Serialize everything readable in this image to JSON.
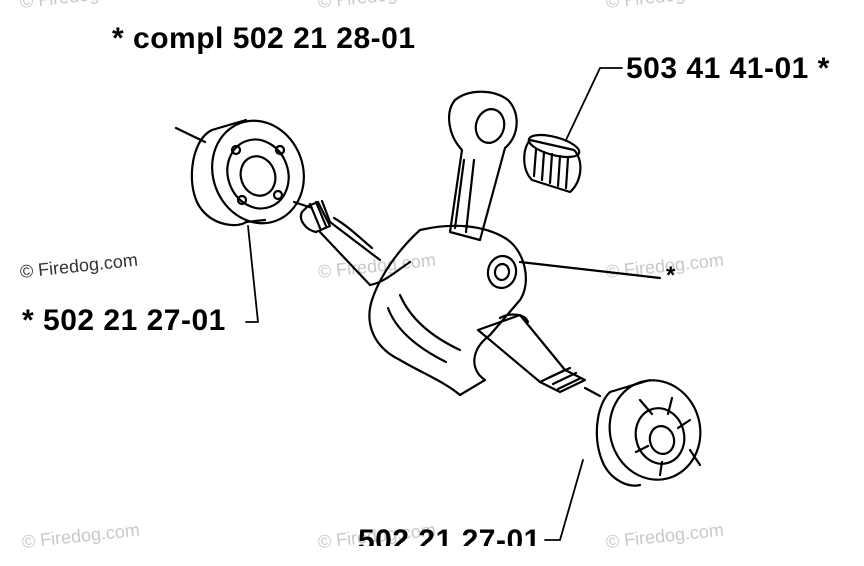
{
  "labels": {
    "assembly": "*  compl 502 21 28-01",
    "needle_bearing": "503 41 41-01  *",
    "bearing_left": "*  502 21 27-01",
    "bearing_right": "502 21 27-01",
    "crank_mark": "*"
  },
  "watermark": {
    "text": "© Firedog.com"
  },
  "colors": {
    "line": "#000000",
    "watermark": "#c8c8c8"
  }
}
